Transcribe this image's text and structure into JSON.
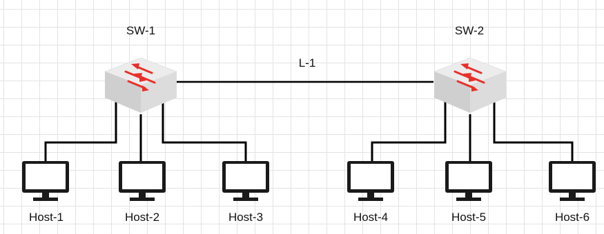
{
  "colors": {
    "grid_line": "#e3e3e3",
    "link_line": "#000000",
    "switch_top": "#ececec",
    "switch_left": "#cfcfcf",
    "switch_right": "#dcdcdc",
    "switch_arrow": "#e8302a",
    "host_body": "#1a1a1a"
  },
  "switches": [
    {
      "label": "SW-1",
      "icon": "switch-icon"
    },
    {
      "label": "SW-2",
      "icon": "switch-icon"
    }
  ],
  "link": {
    "label": "L-1"
  },
  "hosts": [
    {
      "label": "Host-1",
      "icon": "monitor-icon"
    },
    {
      "label": "Host-2",
      "icon": "monitor-icon"
    },
    {
      "label": "Host-3",
      "icon": "monitor-icon"
    },
    {
      "label": "Host-4",
      "icon": "monitor-icon"
    },
    {
      "label": "Host-5",
      "icon": "monitor-icon"
    },
    {
      "label": "Host-6",
      "icon": "monitor-icon"
    }
  ]
}
